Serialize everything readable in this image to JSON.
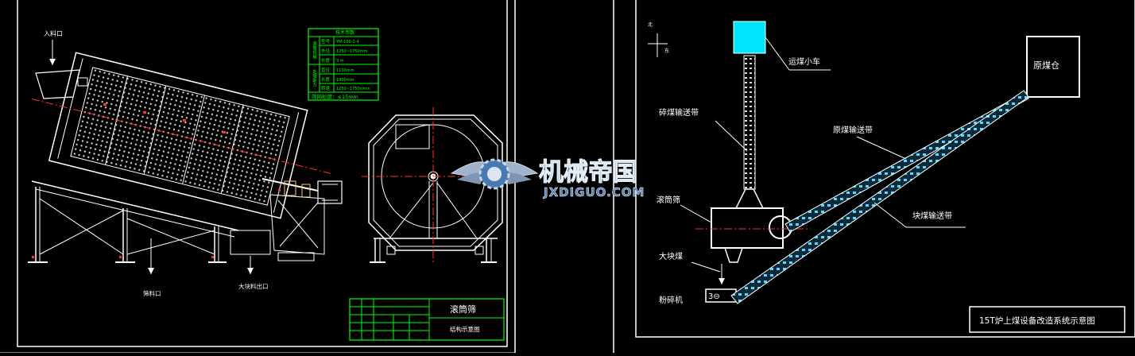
{
  "left_sheet": {
    "label_inlet": "入料口",
    "label_outlet_fine": "筛料口",
    "label_outlet_large": "大块料出口",
    "spec_table": {
      "title": "技术参数",
      "group1": "滚筒规格",
      "group2": "处理能力",
      "rows": [
        {
          "k": "型号",
          "v": "YM-100-2-4"
        },
        {
          "k": "外径",
          "v": "1250~1750mm"
        },
        {
          "k": "长度",
          "v": "3 m"
        },
        {
          "k": "直径",
          "v": "1100mm"
        },
        {
          "k": "长度",
          "v": "1800mm"
        },
        {
          "k": "转速",
          "v": "1250~1750r/min"
        }
      ],
      "footer": "筛网粒度：≤15mm"
    },
    "title_block": {
      "name": "滚筒筛",
      "drawing": "结构示意图"
    }
  },
  "right_sheet": {
    "label_coal_bunker": "原煤仓",
    "label_coal_cart": "运煤小车",
    "label_crushed_belt": "碎煤输送带",
    "label_raw_belt": "原煤输送带",
    "label_lump_belt": "块煤输送带",
    "label_screen": "滚筒筛",
    "label_large_coal": "大块煤",
    "label_crusher": "粉碎机",
    "title": "15T炉上煤设备改造系统示意图"
  },
  "watermark": {
    "cn": "机械帝国",
    "en": "JXDIGUO.COM"
  },
  "colors": {
    "background": "#000000",
    "line": "#ffffff",
    "center_line": "#ff3030",
    "table_green": "#00ff00",
    "cart_cyan": "#00e5ff",
    "belt_cyan": "#5ad8ff",
    "watermark_blue": "#4a78b0"
  }
}
